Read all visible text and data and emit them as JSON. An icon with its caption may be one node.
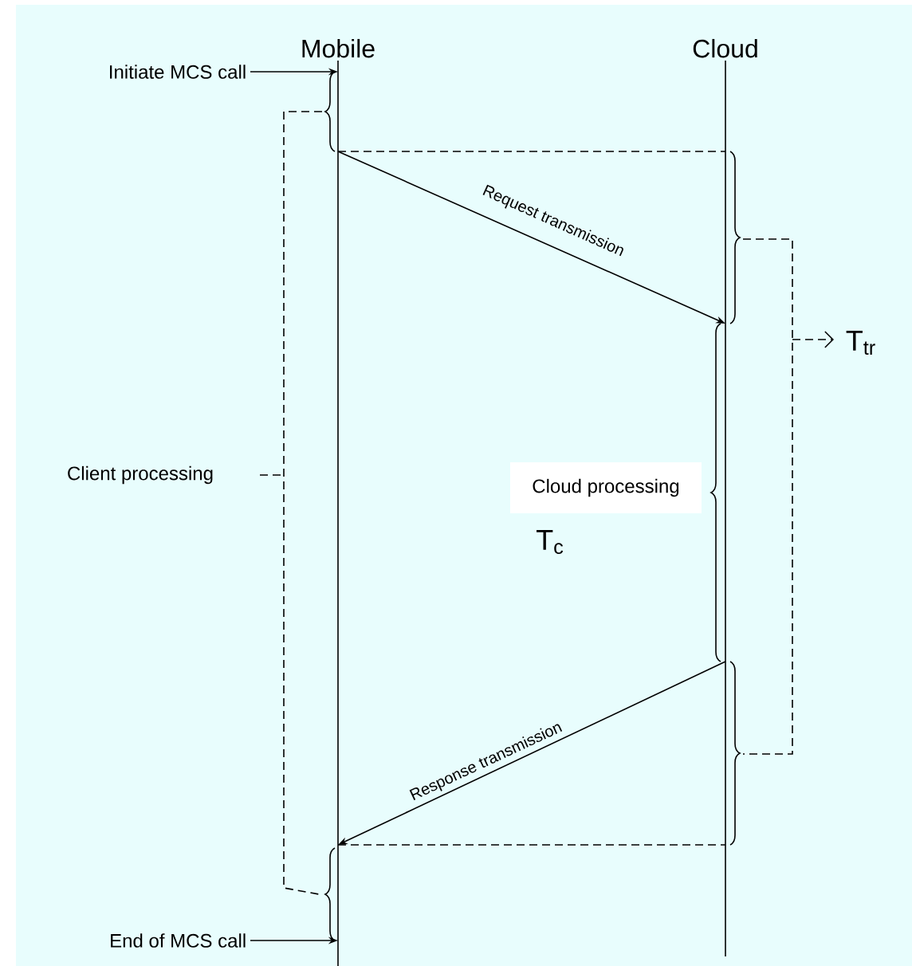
{
  "diagram": {
    "nodes": [
      {
        "text": [
          "Mobile"
        ]
      },
      {
        "text": [
          "Cloud"
        ]
      },
      {
        "text": [
          "Initiate MCS call"
        ]
      },
      {
        "text": [
          "End of MCS call"
        ]
      },
      {
        "text": [
          "Cloud processing"
        ],
        "beside": [
          "T$_{c}$"
        ]
      }
    ],
    "edges": [
      {
        "from": 2,
        "to": 0,
        "arrow": "to"
      },
      {
        "from": 0,
        "to": 1,
        "arrow": "to",
        "label": "Request transmission"
      },
      {
        "from": 1,
        "to": 0,
        "arrow": "to",
        "label": "Response transmission"
      },
      {
        "from": 3,
        "to": 0,
        "arrow": "to"
      }
    ],
    "labels": [
      "T$_{tr}$",
      "Client processing"
    ]
  }
}
